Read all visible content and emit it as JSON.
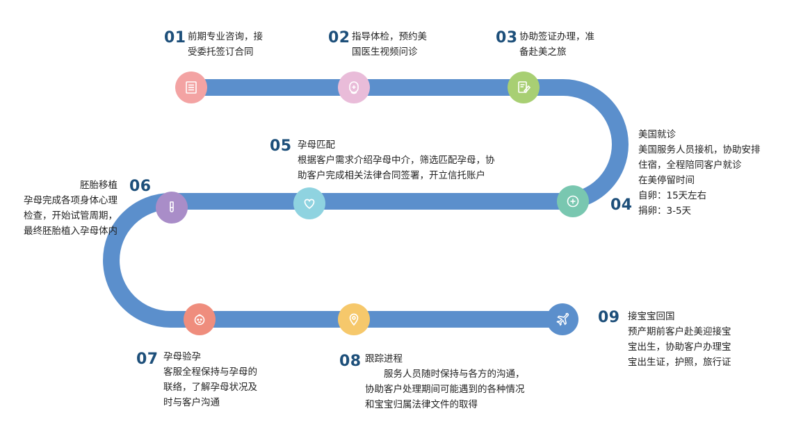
{
  "colors": {
    "track": "#5b8fcc",
    "number": "#1d4f7a",
    "step01": "#f3a3a3",
    "step02": "#e9bcd9",
    "step03": "#a8cf73",
    "step04": "#79c7b0",
    "step05": "#8fd3e0",
    "step06": "#a98dc8",
    "step07": "#ef8d7d",
    "step08": "#f6c86b",
    "step09": "#5b8fcc"
  },
  "steps": [
    {
      "num": "01",
      "icon": "document-list-icon",
      "lines": [
        "前期专业咨询，接",
        "受委托签订合同"
      ]
    },
    {
      "num": "02",
      "icon": "doctor-icon",
      "lines": [
        "指导体检，预约美",
        "国医生视频问诊"
      ]
    },
    {
      "num": "03",
      "icon": "sign-document-icon",
      "lines": [
        "协助签证办理，准",
        "备赴美之旅"
      ]
    },
    {
      "num": "04",
      "icon": "medical-plus-icon",
      "lines": [
        "美国就诊",
        "美国服务人员接机，协助安排",
        "住宿，全程陪同客户就诊",
        "在美停留时间",
        "自卵：15天左右",
        "捐卵：3-5天"
      ]
    },
    {
      "num": "05",
      "icon": "heart-icon",
      "lines": [
        "孕母匹配",
        "根据客户需求介绍孕母中介，筛选匹配孕母，协",
        "助客户完成相关法律合同签署，开立信托账户"
      ]
    },
    {
      "num": "06",
      "icon": "test-tube-icon",
      "lines": [
        "胚胎移植",
        "孕母完成各项身体心理",
        "检查，开始试管周期，",
        "最终胚胎植入孕母体内"
      ]
    },
    {
      "num": "07",
      "icon": "baby-face-icon",
      "lines": [
        "孕母验孕",
        "客服全程保持与孕母的",
        "联络，了解孕母状况及",
        "时与客户沟通"
      ]
    },
    {
      "num": "08",
      "icon": "location-pin-icon",
      "lines": [
        "跟踪进程",
        "服务人员随时保持与各方的沟通，",
        "协助客户处理期间可能遇到的各种情况",
        "和宝宝归属法律文件的取得"
      ]
    },
    {
      "num": "09",
      "icon": "airplane-icon",
      "lines": [
        "接宝宝回国",
        "预产期前客户赴美迎接宝",
        "宝出生，协助客户办理宝",
        "宝出生证，护照，旅行证"
      ]
    }
  ]
}
